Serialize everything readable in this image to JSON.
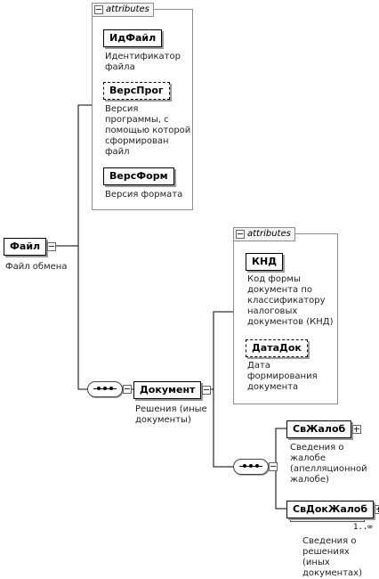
{
  "diagram": {
    "root": {
      "label": "Файл",
      "description": "Файл обмена"
    },
    "attributes_tab_label": "attributes",
    "file_attributes": [
      {
        "label": "ИдФайл",
        "description": "Идентификатор\nфайла"
      },
      {
        "label": "ВерсПрог",
        "description": "Версия\nпрограммы, с\nпомощью которой\nсформирован\nфайл"
      },
      {
        "label": "ВерсФорм",
        "description": "Версия формата"
      }
    ],
    "document": {
      "label": "Документ",
      "description": "Решения (иные\nдокументы)"
    },
    "document_attributes": [
      {
        "label": "КНД",
        "description": "Код формы\nдокумента по\nклассификатору\nналоговых\nдокументов (КНД)"
      },
      {
        "label": "ДатаДок",
        "description": "Дата\nформирования\nдокумента"
      }
    ],
    "children": [
      {
        "label": "СвЖалоб",
        "description": "Сведения о\nжалобе\n(апелляционной\nжалобе)"
      },
      {
        "label": "СвДокЖалоб",
        "description": "Сведения о\nрешениях (иных\nдокументах)",
        "cardinality": "1..∞"
      }
    ]
  }
}
